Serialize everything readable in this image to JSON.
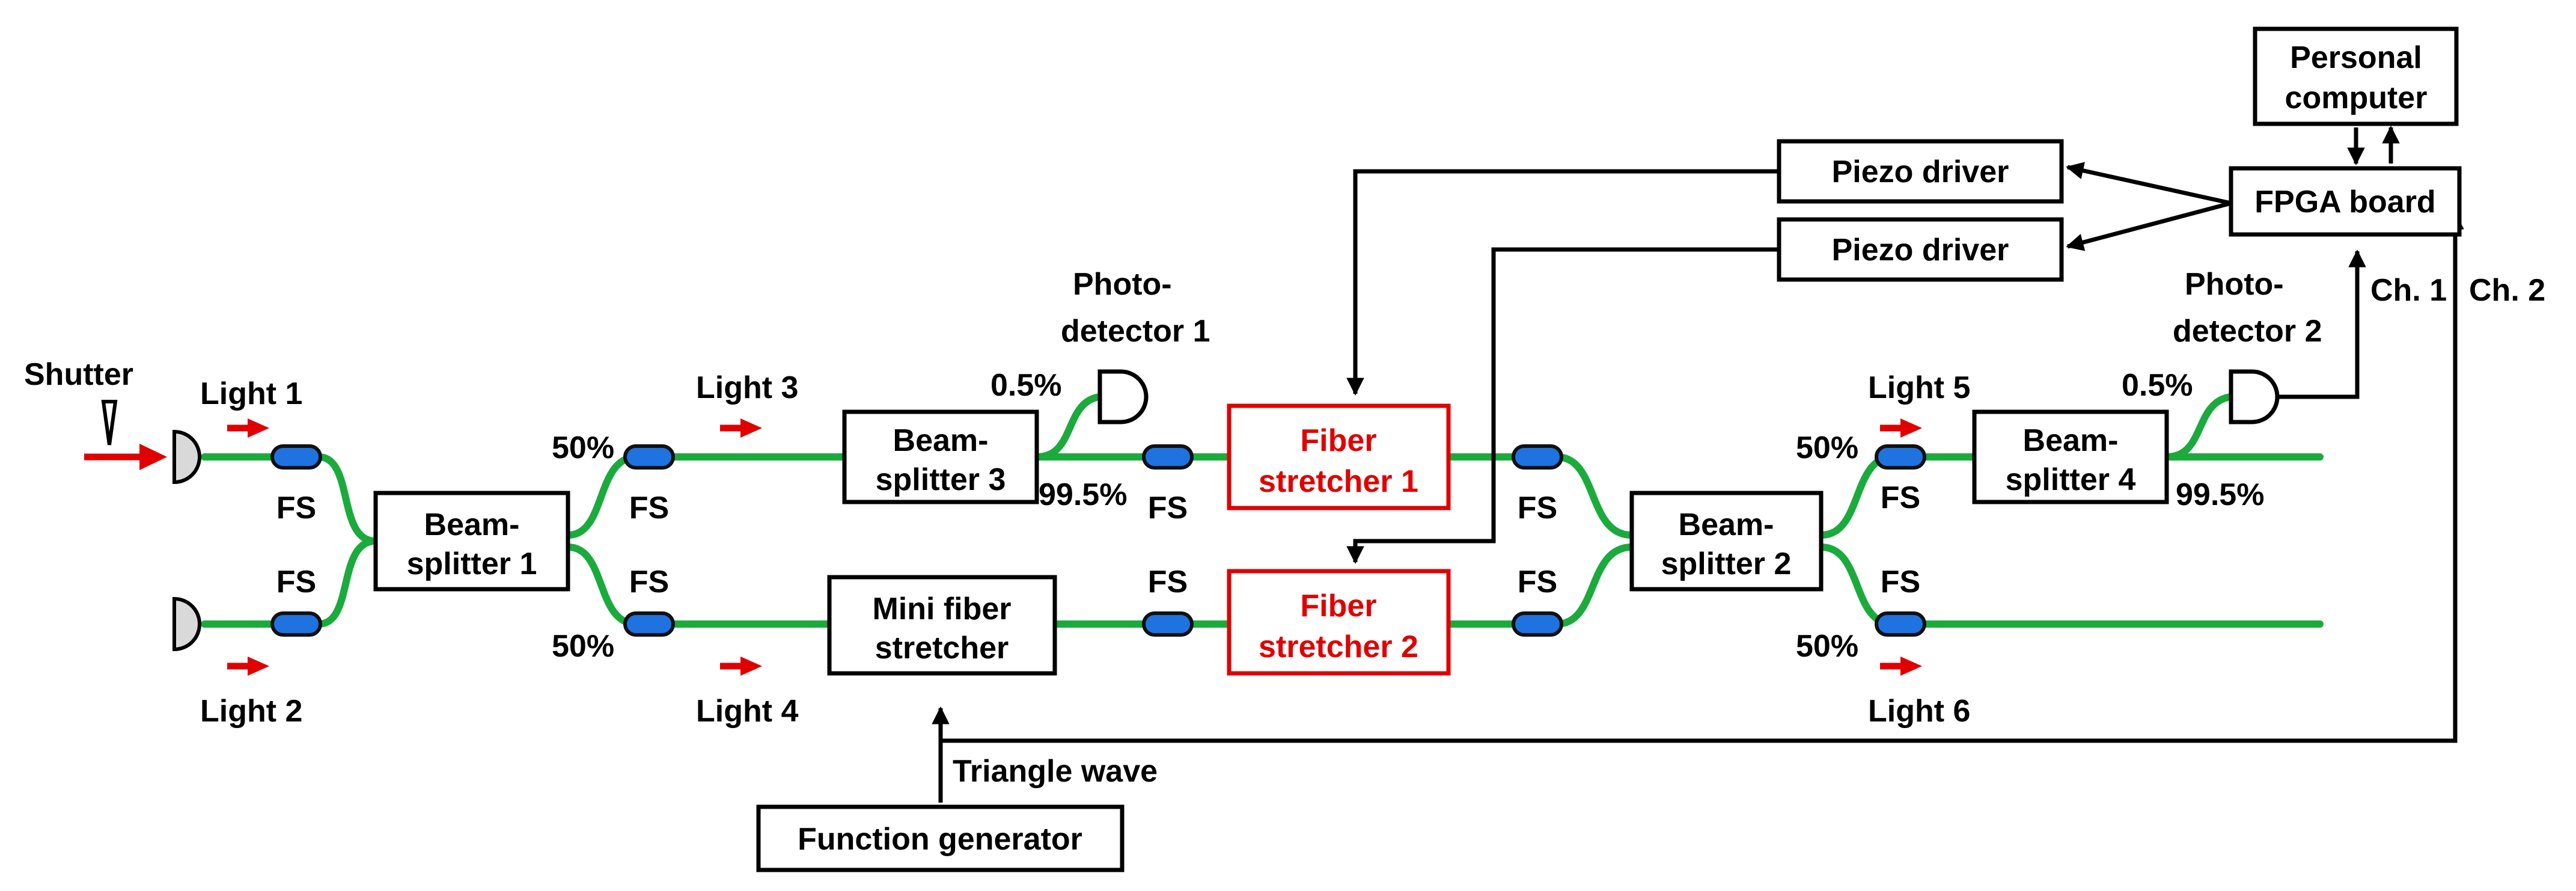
{
  "shutter_label": "Shutter",
  "lights": {
    "light1": "Light 1",
    "light2": "Light 2",
    "light3": "Light 3",
    "light4": "Light 4",
    "light5": "Light 5",
    "light6": "Light 6"
  },
  "fs_label": "FS",
  "percent": {
    "p50": "50%",
    "p05": "0.5%",
    "p995": "99.5%"
  },
  "boxes": {
    "bs1": [
      "Beam-",
      "splitter 1"
    ],
    "bs2": [
      "Beam-",
      "splitter 2"
    ],
    "bs3": [
      "Beam-",
      "splitter 3"
    ],
    "bs4": [
      "Beam-",
      "splitter 4"
    ],
    "mini": [
      "Mini fiber",
      "stretcher"
    ],
    "fs1": [
      "Fiber",
      "stretcher 1"
    ],
    "fs2": [
      "Fiber",
      "stretcher 2"
    ],
    "piezo1": "Piezo driver",
    "piezo2": "Piezo driver",
    "fpga": "FPGA board",
    "pc": [
      "Personal",
      "computer"
    ],
    "funcgen": "Function generator"
  },
  "photodetector1": [
    "Photo-",
    "detector 1"
  ],
  "photodetector2": [
    "Photo-",
    "detector 2"
  ],
  "channels": {
    "ch1": "Ch. 1",
    "ch2": "Ch. 2"
  },
  "triangle_wave": "Triangle wave",
  "colors": {
    "fiber": "#1aab3c",
    "fiber_stretcher": "#e00000",
    "fs_element": "#1e73e0",
    "light_arrow": "#e00000"
  }
}
